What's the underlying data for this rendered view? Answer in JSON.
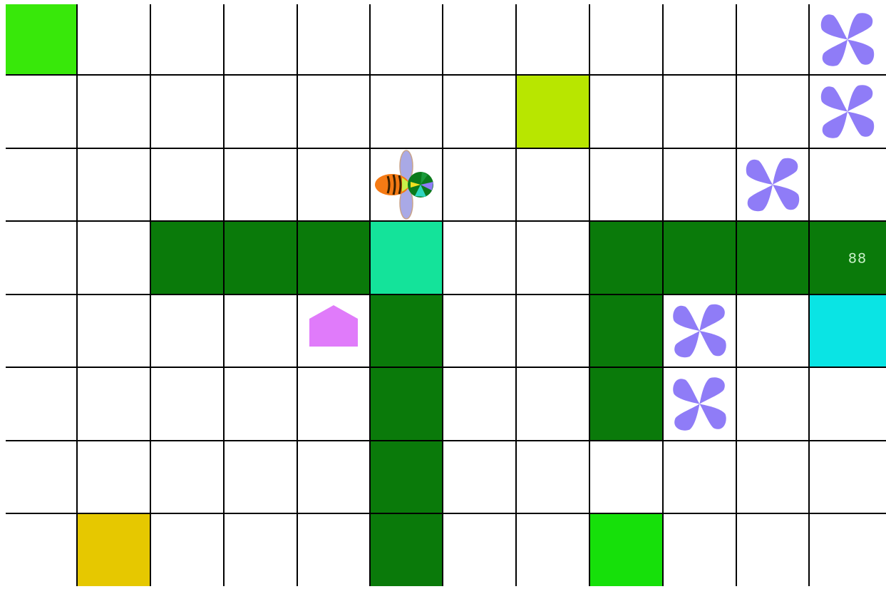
{
  "board": {
    "rows": 8,
    "cols": 12,
    "colors": {
      "background": "#ffffff",
      "grid_line": "#000000",
      "wall": "#0a7a0a",
      "flower": "#8f7cf7",
      "hive": "#e07bfa",
      "bright_green": "#38e80a",
      "yellow_green": "#b8e600",
      "gold": "#e6c800",
      "lime": "#16e00a",
      "teal": "#14e39a",
      "cyan": "#0ae4e4",
      "label_text": "#c8f0c8"
    },
    "colored_cells": [
      {
        "row": 0,
        "col": 0,
        "color": "#38e80a"
      },
      {
        "row": 1,
        "col": 7,
        "color": "#b8e600"
      },
      {
        "row": 3,
        "col": 5,
        "color": "#14e39a"
      },
      {
        "row": 4,
        "col": 11,
        "color": "#0ae4e4"
      },
      {
        "row": 7,
        "col": 1,
        "color": "#e6c800"
      },
      {
        "row": 7,
        "col": 8,
        "color": "#16e00a"
      }
    ],
    "walls": [
      {
        "row": 3,
        "col": 2
      },
      {
        "row": 3,
        "col": 3
      },
      {
        "row": 3,
        "col": 4
      },
      {
        "row": 3,
        "col": 8
      },
      {
        "row": 3,
        "col": 9
      },
      {
        "row": 3,
        "col": 10
      },
      {
        "row": 3,
        "col": 11
      },
      {
        "row": 4,
        "col": 5
      },
      {
        "row": 4,
        "col": 8
      },
      {
        "row": 5,
        "col": 5
      },
      {
        "row": 5,
        "col": 8
      },
      {
        "row": 6,
        "col": 5
      },
      {
        "row": 7,
        "col": 5
      }
    ],
    "flowers": [
      {
        "row": 0,
        "col": 11
      },
      {
        "row": 1,
        "col": 11
      },
      {
        "row": 2,
        "col": 10
      },
      {
        "row": 4,
        "col": 9
      },
      {
        "row": 5,
        "col": 9
      }
    ],
    "hive": {
      "row": 4,
      "col": 4
    },
    "bee": {
      "row": 2,
      "col": 5,
      "facing": "right"
    },
    "labels": [
      {
        "row": 3,
        "col": 11,
        "text": "88"
      }
    ]
  }
}
